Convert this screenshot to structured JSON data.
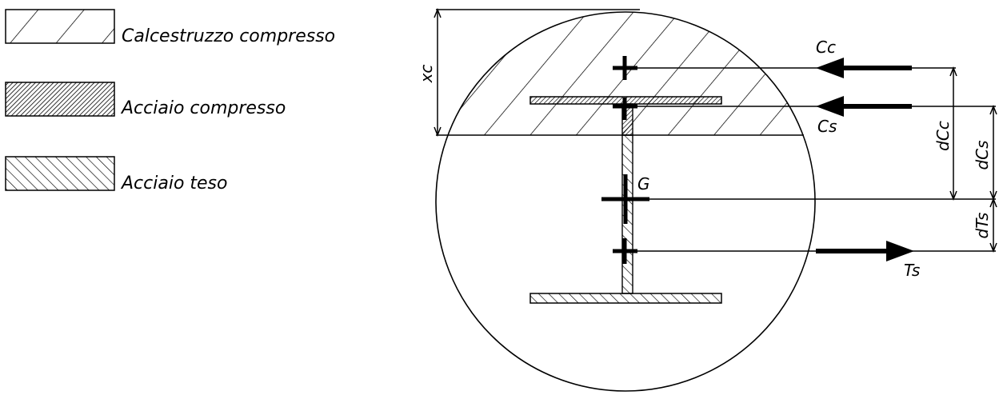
{
  "legend": {
    "items": [
      {
        "label": "Calcestruzzo compresso",
        "pattern": "sparse-hatch"
      },
      {
        "label": "Acciaio compresso",
        "pattern": "dense-hatch"
      },
      {
        "label": "Acciaio teso",
        "pattern": "back-hatch"
      }
    ]
  },
  "diagram": {
    "labels": {
      "neutral_depth": "xc",
      "concrete_force": "Cc",
      "steel_compression_force": "Cs",
      "steel_tension_force": "Ts",
      "centroid": "G",
      "dist_concrete": "dCc",
      "dist_steel_comp": "dCs",
      "dist_steel_tens": "dTs"
    }
  },
  "colors": {
    "stroke": "#000000",
    "background": "#ffffff"
  }
}
